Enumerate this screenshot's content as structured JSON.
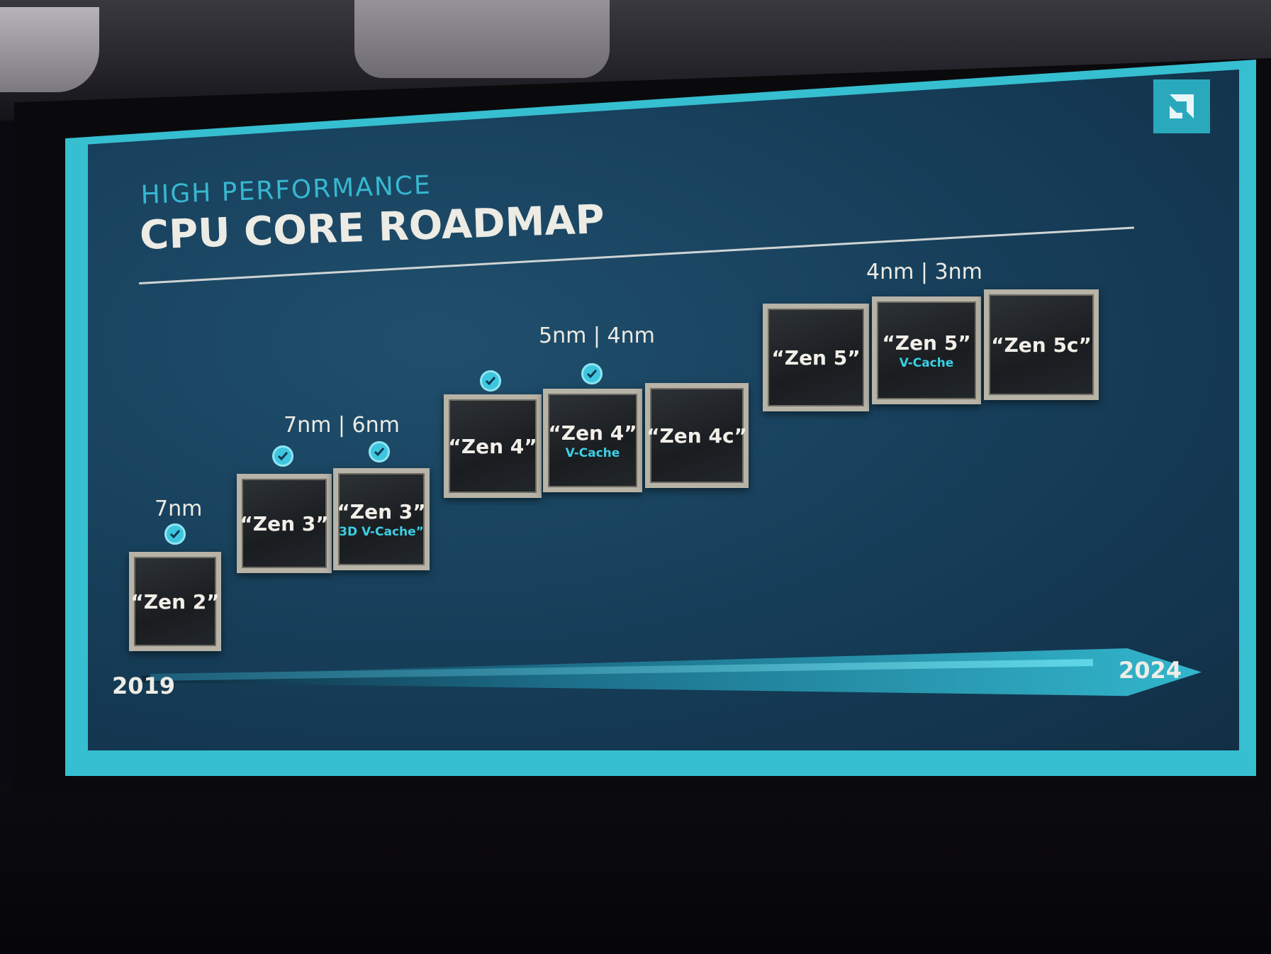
{
  "slide": {
    "subtitle": "HIGH PERFORMANCE",
    "title": "CPU CORE ROADMAP",
    "logo_icon": "amd-logo-icon"
  },
  "groups": [
    {
      "node": "7nm"
    },
    {
      "node_a": "7nm",
      "node_b": "6nm"
    },
    {
      "node_a": "5nm",
      "node_b": "4nm"
    },
    {
      "node_a": "4nm",
      "node_b": "3nm"
    }
  ],
  "cores": [
    {
      "name": "“Zen 2”",
      "sub": "",
      "done": true
    },
    {
      "name": "“Zen 3”",
      "sub": "",
      "done": true
    },
    {
      "name": "“Zen 3”",
      "sub": "3D V-Cache”",
      "done": true
    },
    {
      "name": "“Zen 4”",
      "sub": "",
      "done": true
    },
    {
      "name": "“Zen 4”",
      "sub": "V-Cache",
      "done": true
    },
    {
      "name": "“Zen 4c”",
      "sub": "",
      "done": false
    },
    {
      "name": "“Zen 5”",
      "sub": "",
      "done": false
    },
    {
      "name": "“Zen 5”",
      "sub": "V-Cache",
      "done": false
    },
    {
      "name": "“Zen 5c”",
      "sub": "",
      "done": false
    }
  ],
  "timeline": {
    "start": "2019",
    "end": "2024"
  },
  "colors": {
    "accent": "#37b8cf",
    "slide_bg": "#163d58",
    "chip_border": "#b7b3a7",
    "check": "#3ec6de"
  }
}
